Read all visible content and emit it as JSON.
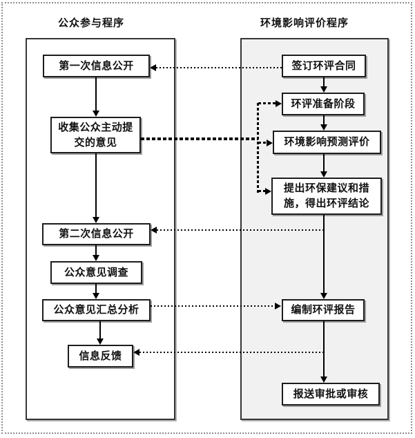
{
  "page": {
    "background": "#ffffff",
    "border_color": "#8d8d8d"
  },
  "diagram": {
    "left_column": {
      "title": "公众参与程序",
      "boxes": [
        {
          "id": "first-info-disclosure",
          "label": "第一次信息公开"
        },
        {
          "id": "collect-public-opinions",
          "label": "收集公众主动提\n交的意见"
        },
        {
          "id": "second-info-disclosure",
          "label": "第二次信息公开"
        },
        {
          "id": "public-opinion-survey",
          "label": "公众意见调查"
        },
        {
          "id": "opinion-summary-analysis",
          "label": "公众意见汇总分析"
        },
        {
          "id": "info-feedback",
          "label": "信息反馈"
        }
      ]
    },
    "right_column": {
      "title": "环境影响评价程序",
      "boxes": [
        {
          "id": "sign-eia-contract",
          "label": "签订环评合同"
        },
        {
          "id": "eia-preparation",
          "label": "环评准备阶段"
        },
        {
          "id": "impact-prediction",
          "label": "环境影响预测评价"
        },
        {
          "id": "proposals-conclusions",
          "label": "提出环保建议和措\n施，得出环评结论"
        },
        {
          "id": "compile-eia-report",
          "label": "编制环评报告"
        },
        {
          "id": "submit-approval-review",
          "label": "报送审批或审核"
        }
      ]
    },
    "colors": {
      "right_panel_fill": "#f1f1f1",
      "node_fill": "#ffffff",
      "node_border": "#1c1c1c",
      "panel_border": "#343434",
      "line_color": "#000000",
      "shadow": "#9e9e9e"
    },
    "connections": {
      "solid_arrows": [
        {
          "from": "第一次信息公开",
          "to": "收集公众主动提交的意见"
        },
        {
          "from": "收集公众主动提交的意见",
          "to": "第二次信息公开"
        },
        {
          "from": "第二次信息公开",
          "to": "公众意见调查"
        },
        {
          "from": "公众意见调查",
          "to": "公众意见汇总分析"
        },
        {
          "from": "公众意见汇总分析",
          "to": "信息反馈"
        },
        {
          "from": "签订环评合同",
          "to": "环评准备阶段"
        },
        {
          "from": "环评准备阶段",
          "to": "环境影响预测评价"
        },
        {
          "from": "环境影响预测评价",
          "to": "提出环保建议和措施，得出环评结论"
        },
        {
          "from": "提出环保建议和措施，得出环评结论",
          "to": "编制环评报告"
        },
        {
          "from": "编制环评报告",
          "to": "报送审批或审核"
        }
      ],
      "dotted_arrows": [
        {
          "from": "签订环评合同",
          "to": "第一次信息公开"
        },
        {
          "from": "收集公众主动提交的意见",
          "to": "环评准备阶段"
        },
        {
          "from": "收集公众主动提交的意见",
          "to": "环境影响预测评价"
        },
        {
          "from": "收集公众主动提交的意见",
          "to": "提出环保建议和措施，得出环评结论"
        },
        {
          "from": "提出环保建议和措施，得出环评结论",
          "to": "第二次信息公开"
        },
        {
          "from": "公众意见汇总分析",
          "to": "编制环评报告"
        },
        {
          "from": "编制环评报告",
          "to": "信息反馈"
        }
      ]
    }
  }
}
